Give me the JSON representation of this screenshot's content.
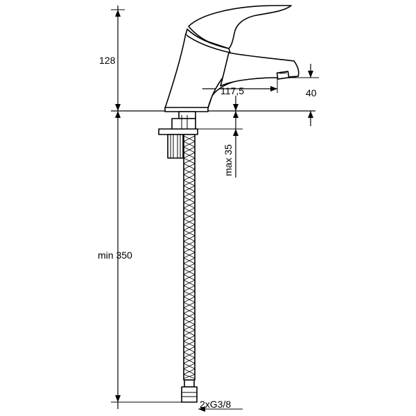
{
  "dimensions": {
    "height_above_deck": "128",
    "spout_reach": "117,5",
    "spout_clearance": "40",
    "max_deck_thickness": "max 35",
    "hose_length": "min 350",
    "connection": "2xG3/8"
  }
}
